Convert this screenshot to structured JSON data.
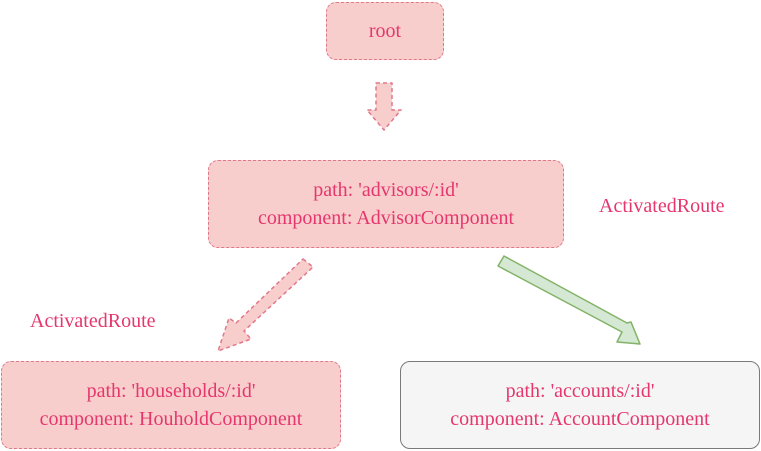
{
  "nodes": {
    "root": {
      "text": "root"
    },
    "advisor": {
      "line1": "path: 'advisors/:id'",
      "line2": "component: AdvisorComponent"
    },
    "household": {
      "line1": "path: 'households/:id'",
      "line2": "component: HouholdComponent"
    },
    "account": {
      "line1": "path: 'accounts/:id'",
      "line2": "component: AccountComponent"
    }
  },
  "labels": {
    "activated_route_right": "ActivatedRoute",
    "activated_route_left": "ActivatedRoute"
  },
  "colors": {
    "text": "#e5366e",
    "pink_fill": "#f8cecc",
    "pink_stroke": "#e0788a",
    "gray_fill": "#f5f5f5",
    "green_fill": "#d5e8d4",
    "green_stroke": "#82b366"
  }
}
